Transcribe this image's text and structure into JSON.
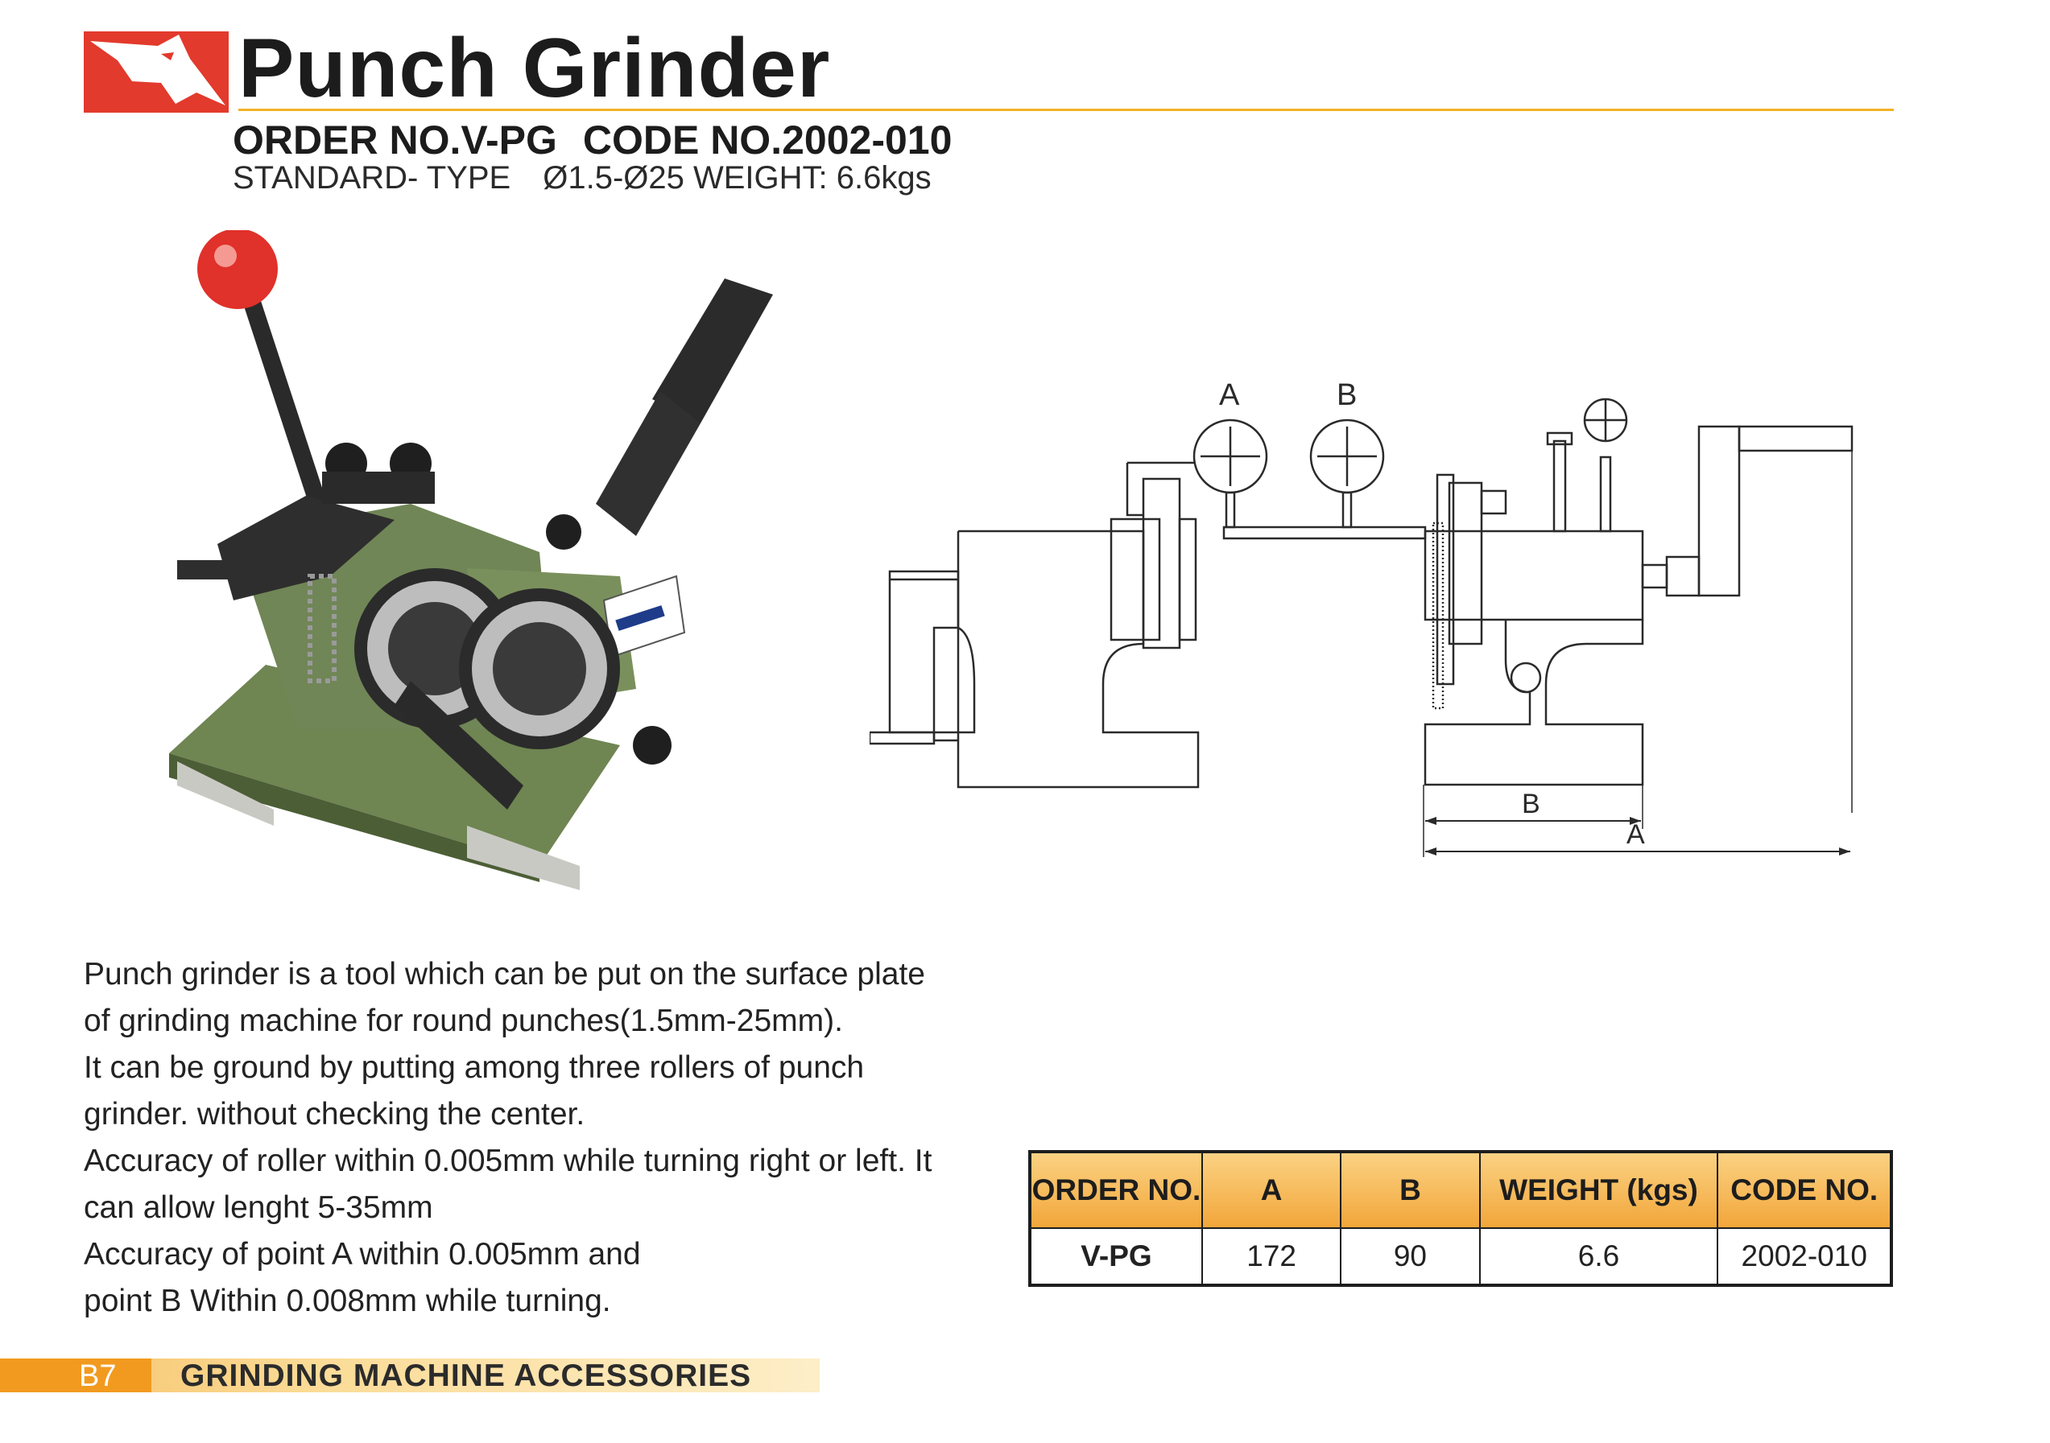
{
  "header": {
    "title": "Punch Grinder",
    "order_no": "ORDER NO.V-PG",
    "code_no": "CODE NO.2002-010",
    "type": "STANDARD- TYPE",
    "spec": "Ø1.5-Ø25 WEIGHT: 6.6kgs",
    "accent_color": "#f2b326",
    "logo_color": "#e23a2c"
  },
  "drawing": {
    "dial_a": "A",
    "dial_b": "B",
    "dim_b": "B",
    "dim_a": "A"
  },
  "description": {
    "lines": [
      "Punch grinder is a tool which can be put on the surface plate",
      "of grinding machine for round punches(1.5mm-25mm).",
      "It can be ground by putting among three rollers of punch",
      "grinder. without checking the center.",
      "Accuracy of roller within 0.005mm while turning right or left. It",
      "can allow lenght 5-35mm",
      "Accuracy of point A within 0.005mm and",
      "point B Within 0.008mm while turning."
    ]
  },
  "table": {
    "headers": [
      "ORDER NO.",
      "A",
      "B",
      "WEIGHT (kgs)",
      "CODE NO."
    ],
    "rows": [
      [
        "V-PG",
        "172",
        "90",
        "6.6",
        "2002-010"
      ]
    ]
  },
  "footer": {
    "page": "B7",
    "section": "GRINDING MACHINE ACCESSORIES"
  }
}
